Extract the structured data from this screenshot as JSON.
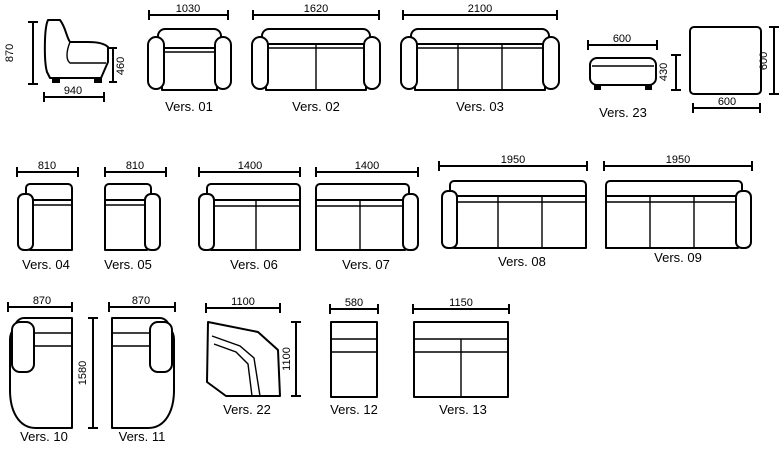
{
  "title": "",
  "diagram": {
    "side_view": {
      "height": "870",
      "depth": "940",
      "seat_height": "460"
    },
    "items": [
      {
        "id": "v01",
        "label": "Vers. 01",
        "width": "1030"
      },
      {
        "id": "v02",
        "label": "Vers. 02",
        "width": "1620"
      },
      {
        "id": "v03",
        "label": "Vers. 03",
        "width": "2100"
      },
      {
        "id": "v23",
        "label": "Vers. 23",
        "width": "600",
        "height": "430"
      },
      {
        "id": "table",
        "label": "",
        "width": "600",
        "depth": "600"
      },
      {
        "id": "v04",
        "label": "Vers. 04",
        "width": "810"
      },
      {
        "id": "v05",
        "label": "Vers. 05",
        "width": "810"
      },
      {
        "id": "v06",
        "label": "Vers. 06",
        "width": "1400"
      },
      {
        "id": "v07",
        "label": "Vers. 07",
        "width": "1400"
      },
      {
        "id": "v08",
        "label": "Vers. 08",
        "width": "1950"
      },
      {
        "id": "v09",
        "label": "Vers. 09",
        "width": "1950"
      },
      {
        "id": "v10",
        "label": "Vers. 10",
        "width": "870",
        "depth": "1580"
      },
      {
        "id": "v11",
        "label": "Vers. 11",
        "width": "870"
      },
      {
        "id": "v22",
        "label": "Vers. 22",
        "width": "1100",
        "depth": "1100"
      },
      {
        "id": "v12",
        "label": "Vers. 12",
        "width": "580"
      },
      {
        "id": "v13",
        "label": "Vers. 13",
        "width": "1150"
      }
    ]
  }
}
